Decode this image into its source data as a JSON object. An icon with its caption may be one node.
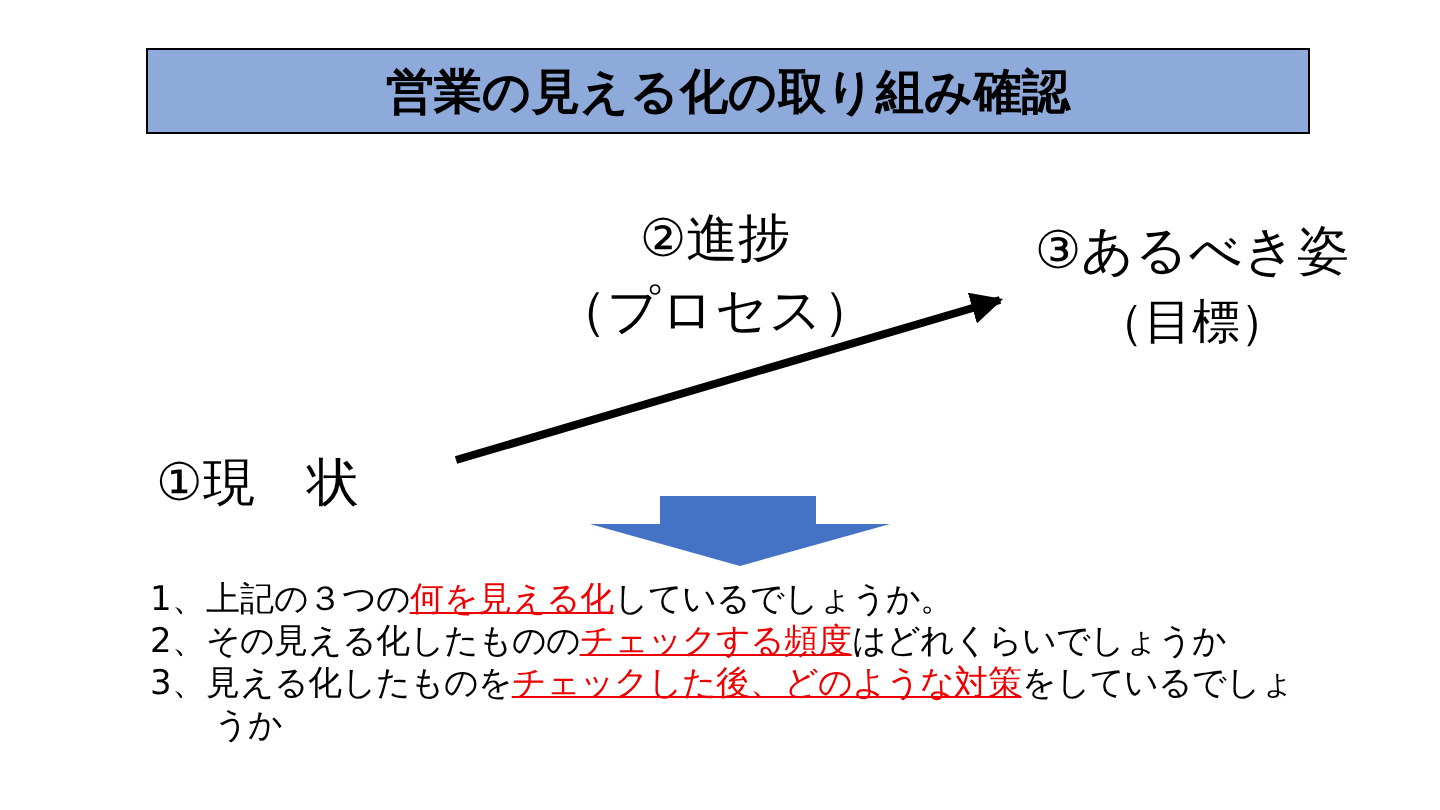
{
  "diagram": {
    "title": "営業の見える化の取り組み確認",
    "nodes": [
      {
        "text": [
          "①現　状"
        ]
      },
      {
        "text": [
          "③あるべき姿",
          "（目標）"
        ]
      }
    ],
    "edges": [
      {
        "from": 0,
        "to": 1,
        "arrow": "to",
        "label": "②進捗（プロセス）"
      }
    ],
    "labels": [
      "1、上記の３つの",
      "何を見える化",
      "しているでしょうか。",
      "2、その見える化したものの",
      "チェックする頻度",
      "はどれくらいでしょうか",
      "3、見える化したものを",
      "チェックした後、どのような対策",
      "をしているでしょうか"
    ]
  }
}
